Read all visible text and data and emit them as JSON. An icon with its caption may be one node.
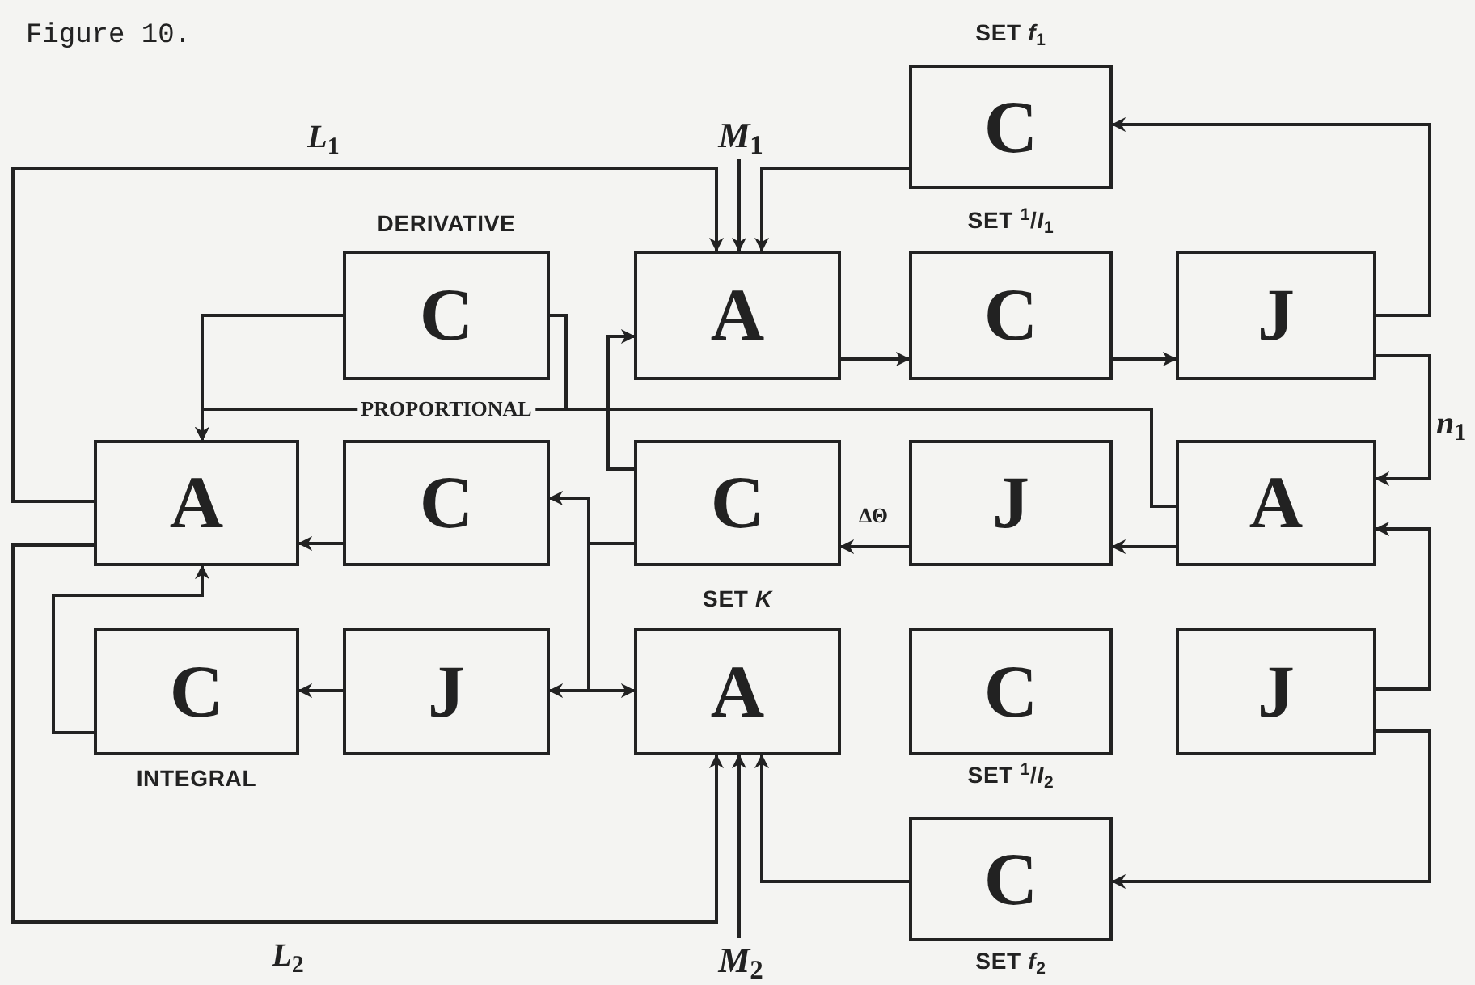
{
  "diagram": {
    "title": "Figure 10.",
    "nodes": [
      {
        "text": [
          "C"
        ],
        "beside": [
          "SET *f*$_{1}$"
        ]
      },
      {
        "text": [
          "C"
        ],
        "beside": [
          "DERIVATIVE"
        ]
      },
      {
        "text": [
          "A"
        ]
      },
      {
        "text": [
          "C"
        ],
        "beside": [
          "SET $^{1}$/*I*$_{1}$"
        ]
      },
      {
        "text": [
          "J"
        ]
      },
      {
        "text": [
          "A"
        ]
      },
      {
        "text": [
          "C"
        ]
      },
      {
        "text": [
          "C"
        ]
      },
      {
        "text": [
          "J"
        ]
      },
      {
        "text": [
          "A"
        ]
      },
      {
        "text": [
          "C"
        ],
        "beside": [
          "INTEGRAL"
        ]
      },
      {
        "text": [
          "J"
        ]
      },
      {
        "text": [
          "A"
        ],
        "beside": [
          "SET *K*"
        ]
      },
      {
        "text": [
          "C"
        ],
        "beside": [
          "SET $^{1}$/*I*$_{2}$"
        ]
      },
      {
        "text": [
          "J"
        ]
      },
      {
        "text": [
          "C"
        ],
        "beside": [
          "SET *f*$_{2}$"
        ]
      },
      {
        "text": [
          "*M*$_{1}$"
        ]
      },
      {
        "text": [
          "*M*$_{2}$"
        ]
      }
    ],
    "edges": [
      {
        "from": 16,
        "to": 2,
        "arrow": "to"
      },
      {
        "from": 5,
        "to": 2,
        "arrow": "to",
        "label": "*L*$_{1}$"
      },
      {
        "from": 0,
        "to": 2,
        "arrow": "to"
      },
      {
        "from": 2,
        "to": 3,
        "arrow": "to"
      },
      {
        "from": 3,
        "to": 4,
        "arrow": "to"
      },
      {
        "from": 4,
        "to": 0,
        "arrow": "to"
      },
      {
        "from": 4,
        "to": 9,
        "arrow": "to"
      },
      {
        "from": 14,
        "to": 9,
        "arrow": "to"
      },
      {
        "from": 14,
        "to": 15,
        "arrow": "to"
      },
      {
        "from": 15,
        "to": 12,
        "arrow": "to"
      },
      {
        "from": 5,
        "to": 12,
        "arrow": "to",
        "label": "*L*$_{2}$"
      },
      {
        "from": 17,
        "to": 12,
        "arrow": "to"
      },
      {
        "from": 9,
        "to": 8,
        "arrow": "to"
      },
      {
        "from": 8,
        "to": 7,
        "arrow": "to",
        "label": "ΔΘ"
      },
      {
        "from": 9,
        "to": 1,
        "arrow": "none"
      },
      {
        "from": 9,
        "to": 5,
        "arrow": "to",
        "label": "PROPORTIONAL"
      },
      {
        "from": 1,
        "to": 5,
        "arrow": "to"
      },
      {
        "from": 7,
        "to": 2,
        "arrow": "to"
      },
      {
        "from": 7,
        "to": 6,
        "arrow": "to"
      },
      {
        "from": 7,
        "to": 11,
        "arrow": "to"
      },
      {
        "from": 7,
        "to": 12,
        "arrow": "to"
      },
      {
        "from": 6,
        "to": 5,
        "arrow": "to"
      },
      {
        "from": 11,
        "to": 10,
        "arrow": "to"
      },
      {
        "from": 10,
        "to": 5,
        "arrow": "to"
      }
    ],
    "labels": [
      "*n*$_{1}$"
    ]
  }
}
